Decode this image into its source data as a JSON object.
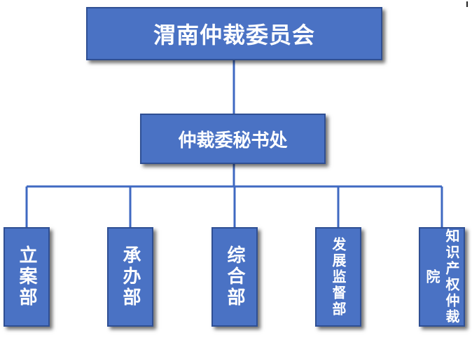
{
  "colors": {
    "node_fill": "#4a72c4",
    "node_border": "#2f4f93",
    "connector": "#3f69c2",
    "text": "#ffffff"
  },
  "org": {
    "root": {
      "label": "渭南仲裁委员会"
    },
    "secretariat": {
      "label": "仲裁委秘书处"
    },
    "departments": [
      {
        "label": "立案部"
      },
      {
        "label": "承办部"
      },
      {
        "label": "综合部"
      },
      {
        "label": "发展监督部"
      },
      {
        "label": "知识产权仲裁院"
      }
    ]
  }
}
